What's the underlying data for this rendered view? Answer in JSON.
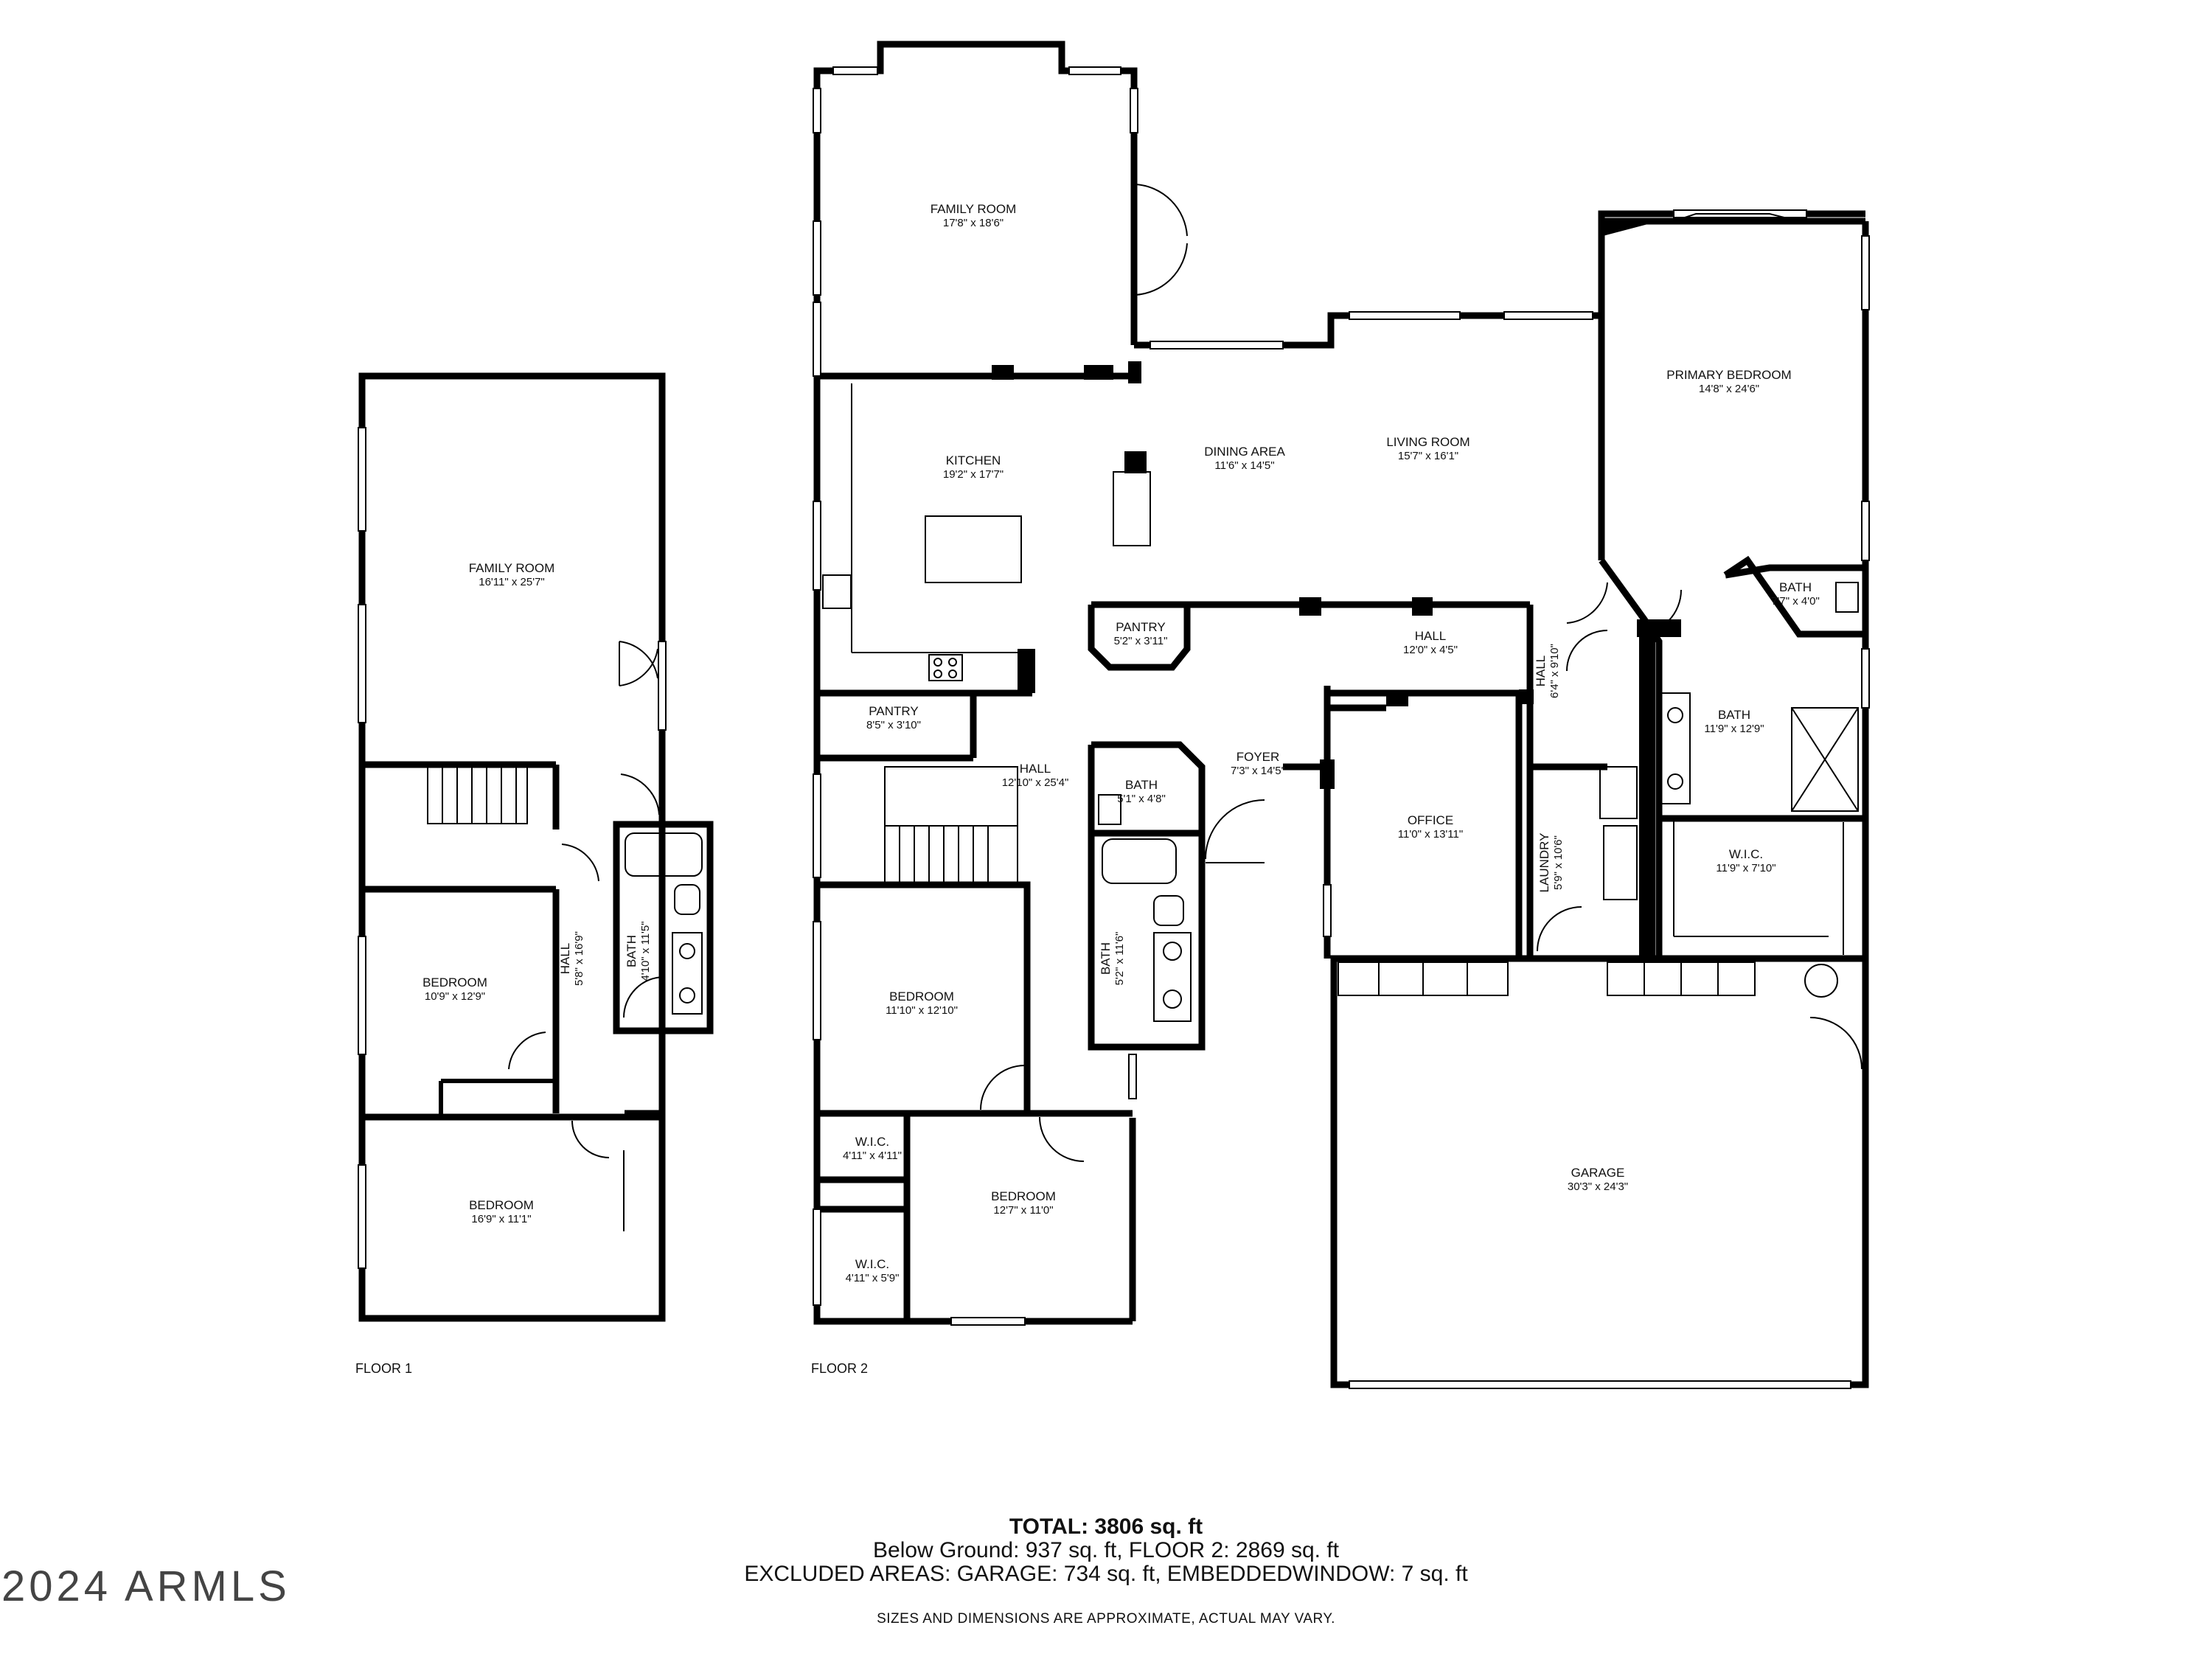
{
  "floors": [
    {
      "label": "FLOOR 1"
    },
    {
      "label": "FLOOR 2"
    }
  ],
  "rooms": [
    {
      "id": "f1-family-room",
      "name": "FAMILY ROOM",
      "dims": "16'11\" x 25'7\""
    },
    {
      "id": "f1-bedroom-a",
      "name": "BEDROOM",
      "dims": "10'9\" x 12'9\""
    },
    {
      "id": "f1-hall",
      "name": "HALL",
      "dims": "5'8\" x 16'9\""
    },
    {
      "id": "f1-bath",
      "name": "BATH",
      "dims": "4'10\" x 11'5\""
    },
    {
      "id": "f1-bedroom-b",
      "name": "BEDROOM",
      "dims": "16'9\" x 11'1\""
    },
    {
      "id": "family-room",
      "name": "FAMILY ROOM",
      "dims": "17'8\" x 18'6\""
    },
    {
      "id": "kitchen",
      "name": "KITCHEN",
      "dims": "19'2\" x 17'7\""
    },
    {
      "id": "dining-area",
      "name": "DINING AREA",
      "dims": "11'6\" x 14'5\""
    },
    {
      "id": "living-room",
      "name": "LIVING ROOM",
      "dims": "15'7\" x 16'1\""
    },
    {
      "id": "primary-bedroom",
      "name": "PRIMARY BEDROOM",
      "dims": "14'8\" x 24'6\""
    },
    {
      "id": "pantry-a",
      "name": "PANTRY",
      "dims": "5'2\" x 3'11\""
    },
    {
      "id": "hall-a",
      "name": "HALL",
      "dims": "12'0\" x 4'5\""
    },
    {
      "id": "hall-b",
      "name": "HALL",
      "dims": "6'4\" x 9'10\""
    },
    {
      "id": "bath-a",
      "name": "BATH",
      "dims": "7'7\" x 4'0\""
    },
    {
      "id": "pantry-b",
      "name": "PANTRY",
      "dims": "8'5\" x 3'10\""
    },
    {
      "id": "hall-c",
      "name": "HALL",
      "dims": "12'10\" x 25'4\""
    },
    {
      "id": "bath-b",
      "name": "BATH",
      "dims": "5'1\" x 4'8\""
    },
    {
      "id": "foyer",
      "name": "FOYER",
      "dims": "7'3\" x 14'5\""
    },
    {
      "id": "office",
      "name": "OFFICE",
      "dims": "11'0\" x 13'11\""
    },
    {
      "id": "laundry",
      "name": "LAUNDRY",
      "dims": "5'9\" x 10'6\""
    },
    {
      "id": "primary-bath",
      "name": "BATH",
      "dims": "11'9\" x 12'9\""
    },
    {
      "id": "primary-wic",
      "name": "W.I.C.",
      "dims": "11'9\" x 7'10\""
    },
    {
      "id": "bath-c",
      "name": "BATH",
      "dims": "5'2\" x 11'6\""
    },
    {
      "id": "bedroom-c",
      "name": "BEDROOM",
      "dims": "11'10\" x 12'10\""
    },
    {
      "id": "wic-a",
      "name": "W.I.C.",
      "dims": "4'11\" x 4'11\""
    },
    {
      "id": "wic-b",
      "name": "W.I.C.",
      "dims": "4'11\" x 5'9\""
    },
    {
      "id": "bedroom-d",
      "name": "BEDROOM",
      "dims": "12'7\" x 11'0\""
    },
    {
      "id": "garage",
      "name": "GARAGE",
      "dims": "30'3\" x 24'3\""
    }
  ],
  "summary": {
    "total": "TOTAL: 3806 sq. ft",
    "line2": "Below Ground: 937 sq. ft, FLOOR 2: 2869 sq. ft",
    "line3": "EXCLUDED AREAS: GARAGE: 734 sq. ft, EMBEDDEDWINDOW: 7 sq. ft"
  },
  "disclaimer": "SIZES AND DIMENSIONS ARE APPROXIMATE, ACTUAL MAY VARY.",
  "watermark": "2024 ARMLS"
}
